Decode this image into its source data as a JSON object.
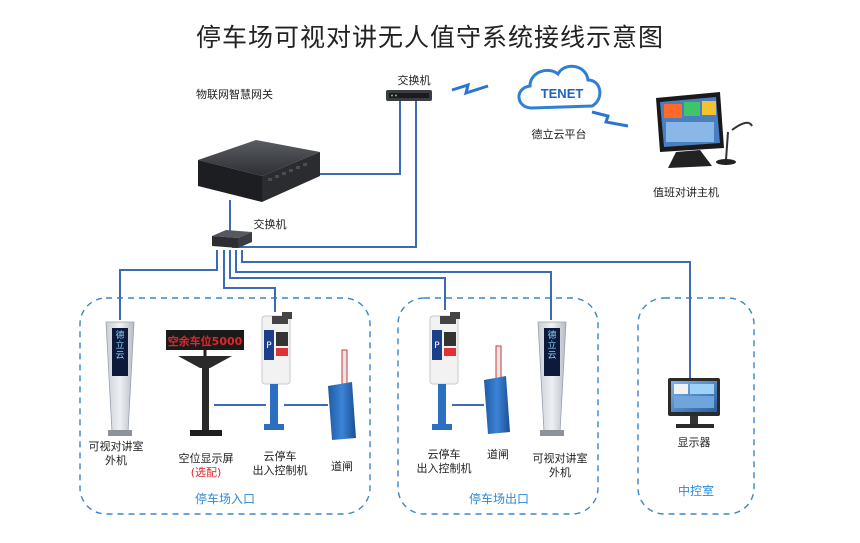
{
  "title": "停车场可视对讲无人值守系统接线示意图",
  "labels": {
    "gateway": "物联网智慧网关",
    "switch_top": "交换机",
    "switch_mid": "交换机",
    "cloud_brand": "TENET",
    "cloud_platform": "德立云平台",
    "host": "值班对讲主机",
    "intercom_entry_l1": "可视对讲室",
    "intercom_entry_l2": "外机",
    "led_text": "空余车位5000",
    "parking_display_l1": "空位显示屏",
    "parking_display_l2": "(选配)",
    "entry_ctrl_l1": "云停车",
    "entry_ctrl_l2": "出入控制机",
    "entry_gate": "道闸",
    "exit_ctrl_l1": "云停车",
    "exit_ctrl_l2": "出入控制机",
    "exit_gate": "道闸",
    "intercom_exit_l1": "可视对讲室",
    "intercom_exit_l2": "外机",
    "monitor": "显示器",
    "panel_text": "德立云"
  },
  "zones": {
    "entry": "停车场入口",
    "exit": "停车场出口",
    "control": "中控室"
  },
  "colors": {
    "line": "#3a6bb4",
    "zone_border": "#3a86c8",
    "zone_label": "#2a8ad6",
    "led_red": "#e0262a",
    "gate_blue": "#2b6fc0"
  }
}
